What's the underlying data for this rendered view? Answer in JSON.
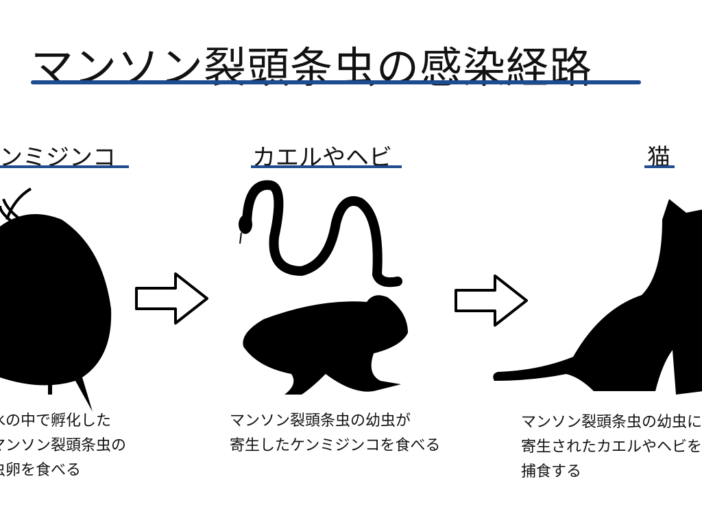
{
  "title": "マンソン裂頭条虫の感染経路",
  "stages": [
    {
      "label": "ケンミジンコ",
      "desc": [
        "水の中で孵化した",
        "マンソン裂頭条虫の",
        "虫卵を食べる"
      ]
    },
    {
      "label": "カエルやヘビ",
      "desc": [
        "マンソン裂頭条虫の幼虫が",
        "寄生したケンミジンコを食べる"
      ]
    },
    {
      "label": "猫",
      "desc": [
        "マンソン裂頭条虫の幼虫に",
        "寄生されたカエルやヘビを",
        "捕食する"
      ]
    }
  ],
  "colors": {
    "accent": "#1f4b8f"
  }
}
